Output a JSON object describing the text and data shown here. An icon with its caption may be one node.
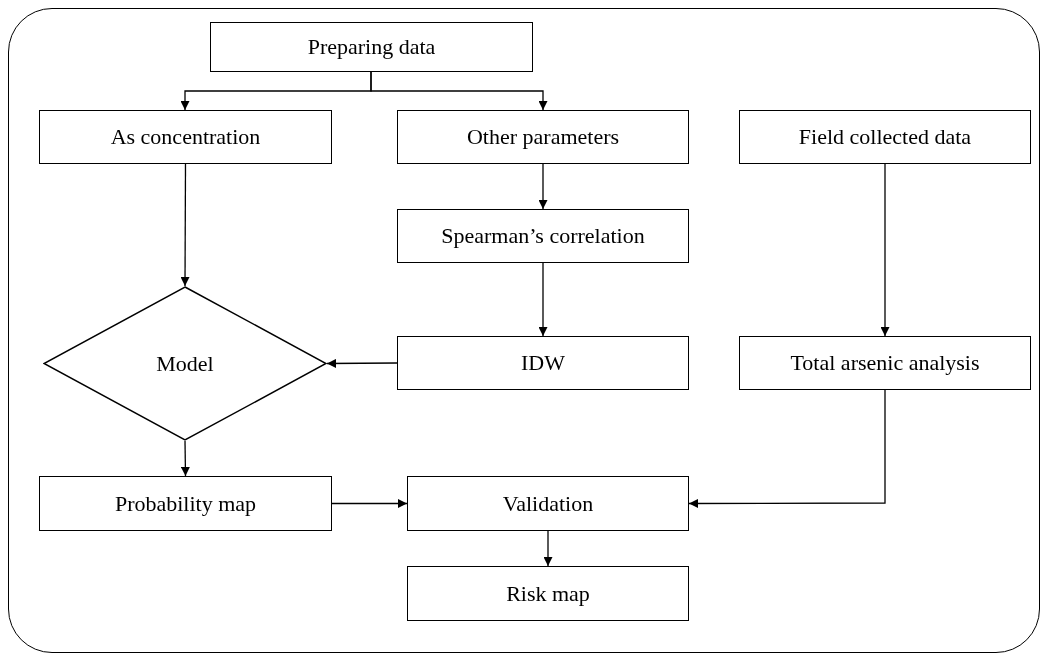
{
  "diagram": {
    "nodes": [
      {
        "text": [],
        "shape": "box"
      },
      {
        "text": [
          "Preparing data"
        ],
        "in": 0
      },
      {
        "text": [
          "As concentration"
        ],
        "in": 0
      },
      {
        "text": [
          "Other parameters"
        ],
        "in": 0
      },
      {
        "text": [
          "Field collected data"
        ],
        "in": 0
      },
      {
        "text": [
          "Spearman’s correlation"
        ],
        "in": 0
      },
      {
        "text": [
          "Model"
        ],
        "in": 0
      },
      {
        "text": [
          "IDW"
        ],
        "in": 0
      },
      {
        "text": [
          "Total arsenic analysis"
        ],
        "in": 0
      },
      {
        "text": [
          "Probability map"
        ],
        "in": 0
      },
      {
        "text": [
          "Validation"
        ],
        "in": 0
      },
      {
        "text": [
          "Risk map"
        ],
        "in": 0
      }
    ],
    "edges": [
      {
        "from": 1,
        "to": 2,
        "arrow": "to"
      },
      {
        "from": 1,
        "to": 3,
        "arrow": "to"
      },
      {
        "from": 3,
        "to": 5,
        "arrow": "to"
      },
      {
        "from": 2,
        "to": 6,
        "arrow": "to"
      },
      {
        "from": 5,
        "to": 7,
        "arrow": "to"
      },
      {
        "from": 7,
        "to": 6,
        "arrow": "to"
      },
      {
        "from": 4,
        "to": 8,
        "arrow": "to"
      },
      {
        "from": 6,
        "to": 9,
        "arrow": "to"
      },
      {
        "from": 9,
        "to": 10,
        "arrow": "to"
      },
      {
        "from": 8,
        "to": 10,
        "arrow": "to"
      },
      {
        "from": 10,
        "to": 11,
        "arrow": "to"
      }
    ]
  }
}
